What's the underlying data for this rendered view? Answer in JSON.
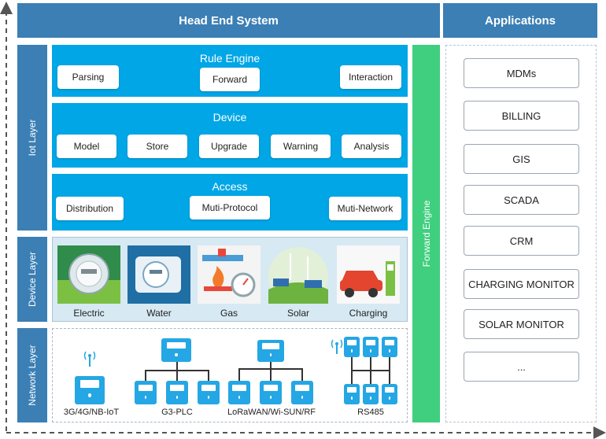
{
  "header": {
    "head_end": "Head End System",
    "applications": "Applications"
  },
  "layers": {
    "iot": "Iot Layer",
    "device": "Device Layer",
    "network": "Network Layer"
  },
  "rule_engine": {
    "title": "Rule Engine",
    "items": [
      "Parsing",
      "Forward",
      "Interaction"
    ]
  },
  "device_panel": {
    "title": "Device",
    "items": [
      "Model",
      "Store",
      "Upgrade",
      "Warning",
      "Analysis"
    ]
  },
  "access": {
    "title": "Access",
    "items": [
      "Distribution",
      "Muti-Protocol",
      "Muti-Network"
    ]
  },
  "forward_engine": "Forward Engine",
  "devices": [
    "Electric",
    "Water",
    "Gas",
    "Solar",
    "Charging"
  ],
  "networks": [
    "3G/4G/NB-IoT",
    "G3-PLC",
    "LoRaWAN/Wi-SUN/RF",
    "RS485"
  ],
  "apps": [
    "MDMs",
    "BILLING",
    "GIS",
    "SCADA",
    "CRM",
    "CHARGING MONITOR",
    "SOLAR MONITOR",
    "..."
  ],
  "colors": {
    "header": "#3b7fb5",
    "panel": "#00a6e6",
    "forward": "#3fcf7e",
    "device_bg": "#d7e9f3",
    "meter": "#24a7e4"
  }
}
